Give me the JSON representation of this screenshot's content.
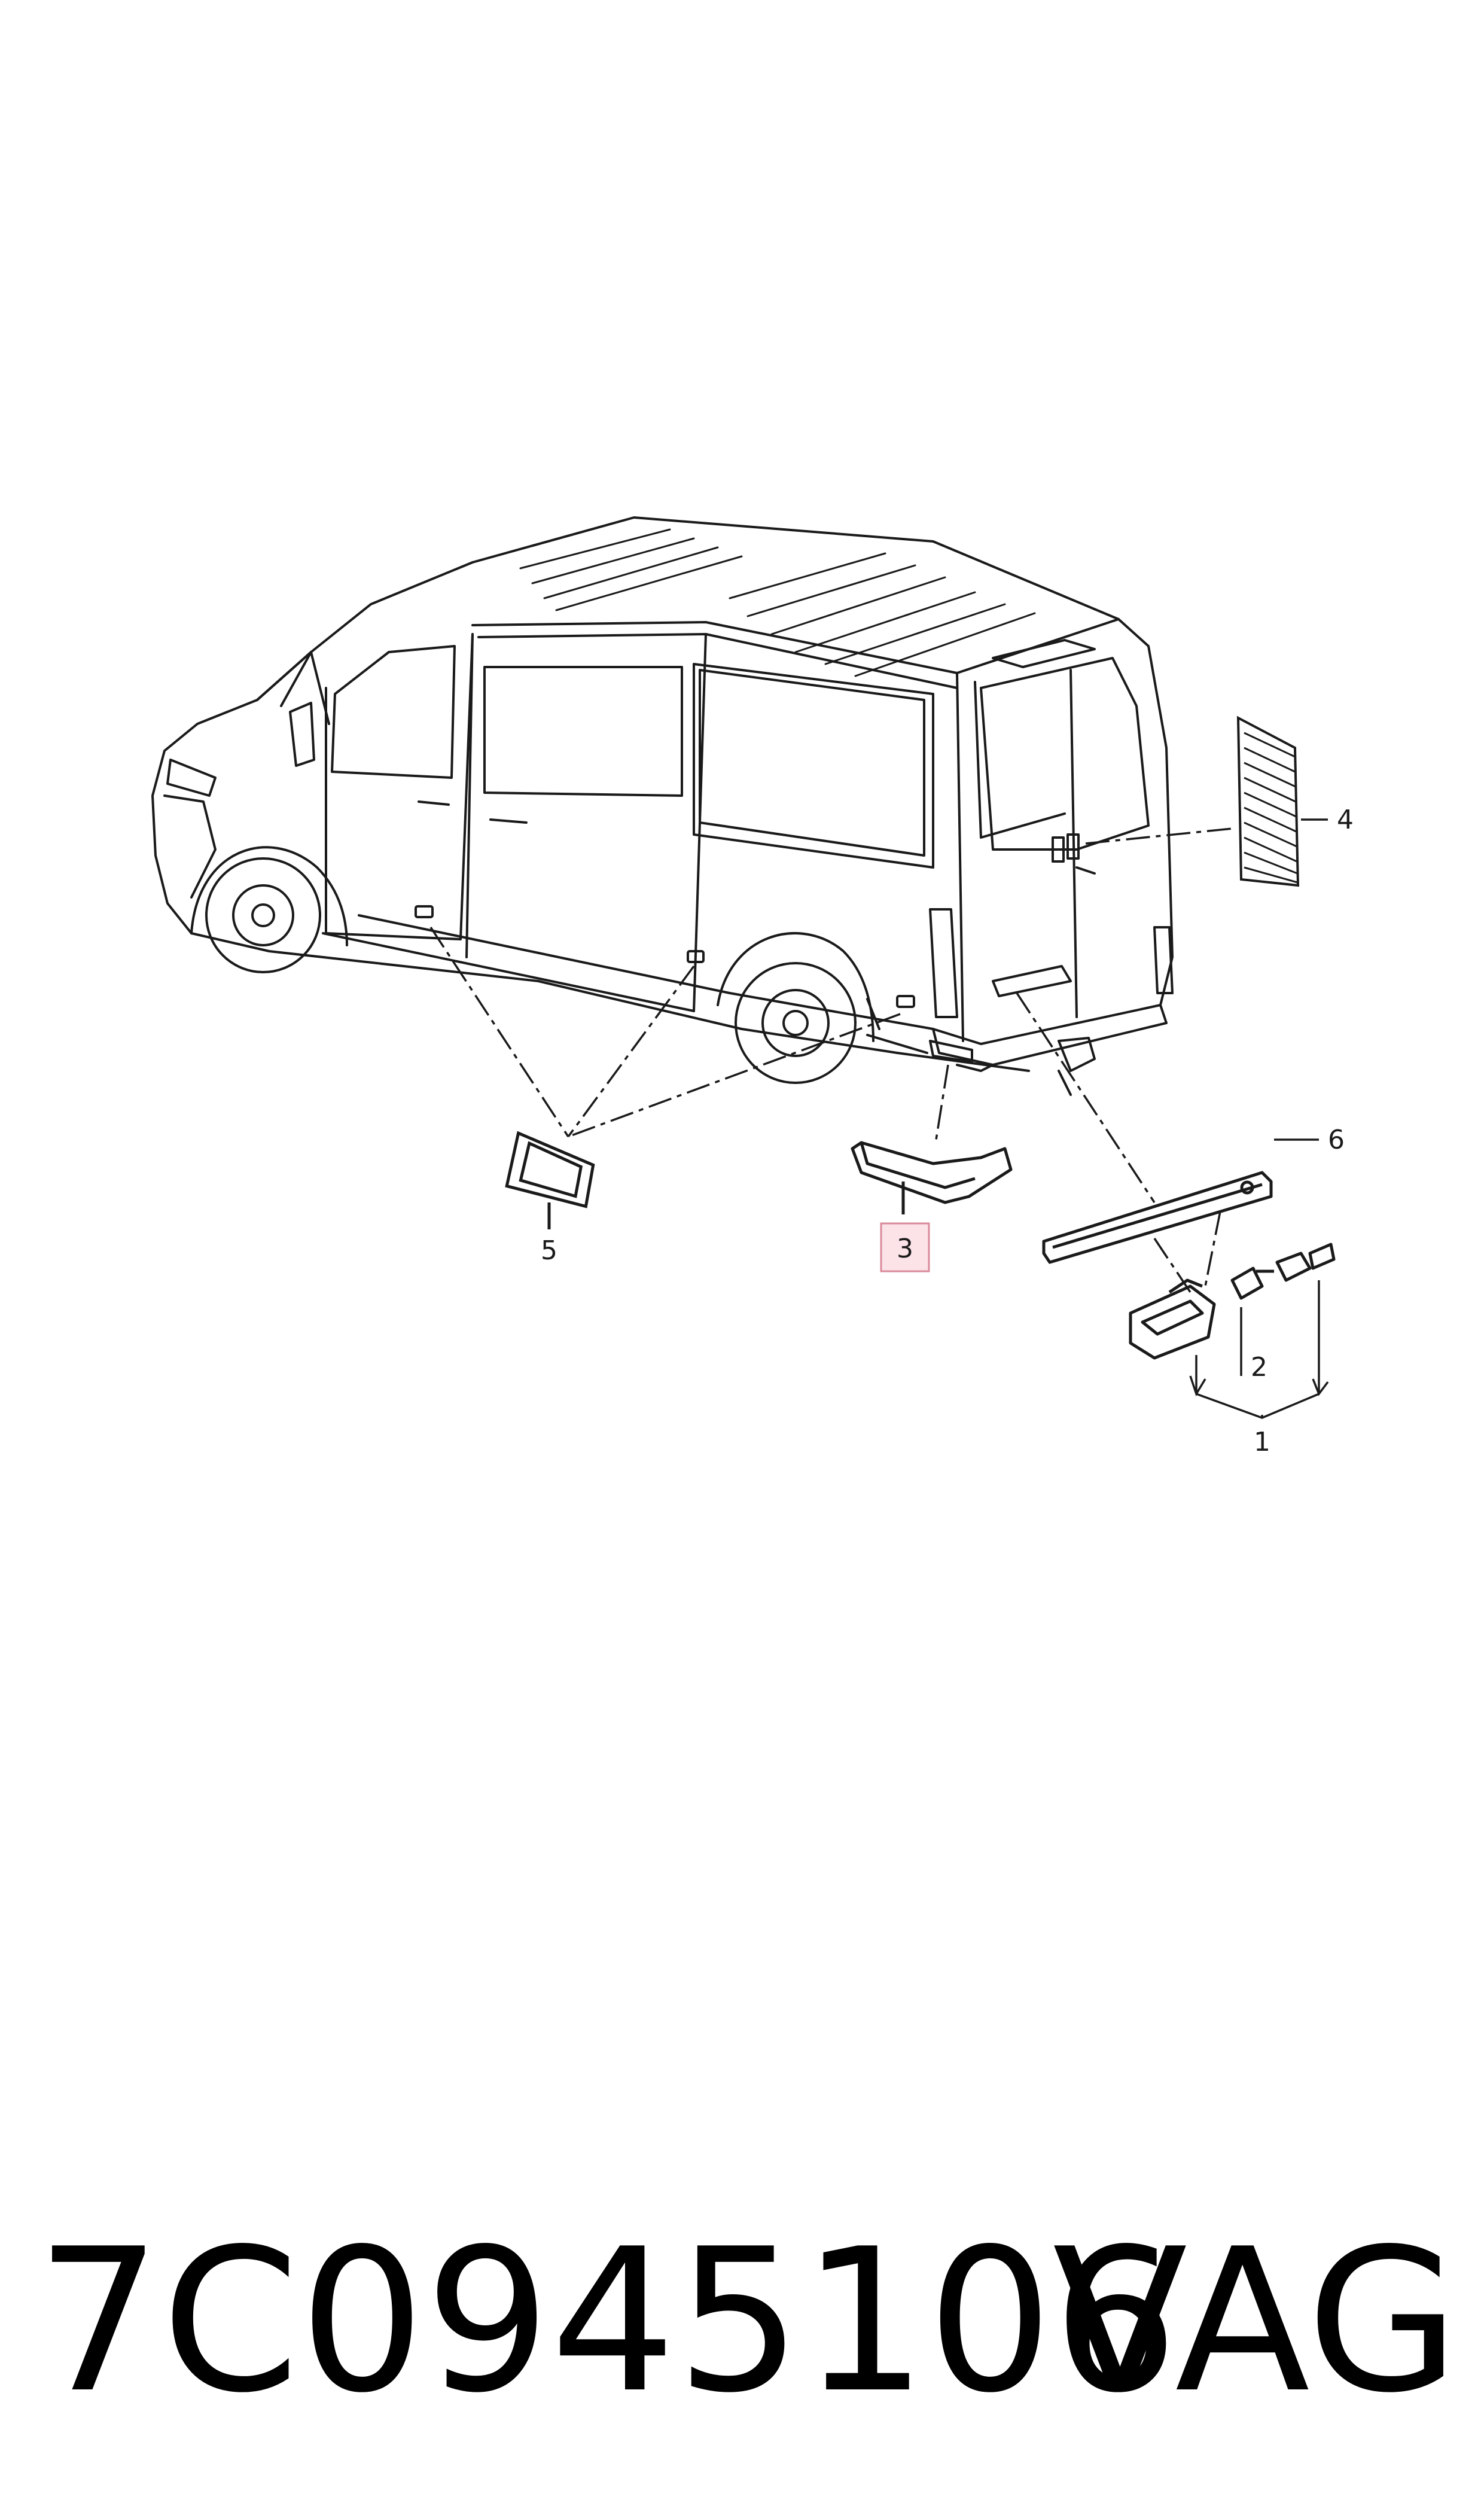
{
  "callouts": {
    "c1": "1",
    "c2": "2",
    "c3": "3",
    "c4": "4",
    "c5": "5",
    "c6": "6"
  },
  "highlighted_callout": "3",
  "colors": {
    "line": "#1a1a1a",
    "highlight_fill": "#fbe3e8",
    "highlight_stroke": "#d98a9a"
  },
  "footer": {
    "part_number": "7C0945106",
    "brand": "VAG"
  }
}
